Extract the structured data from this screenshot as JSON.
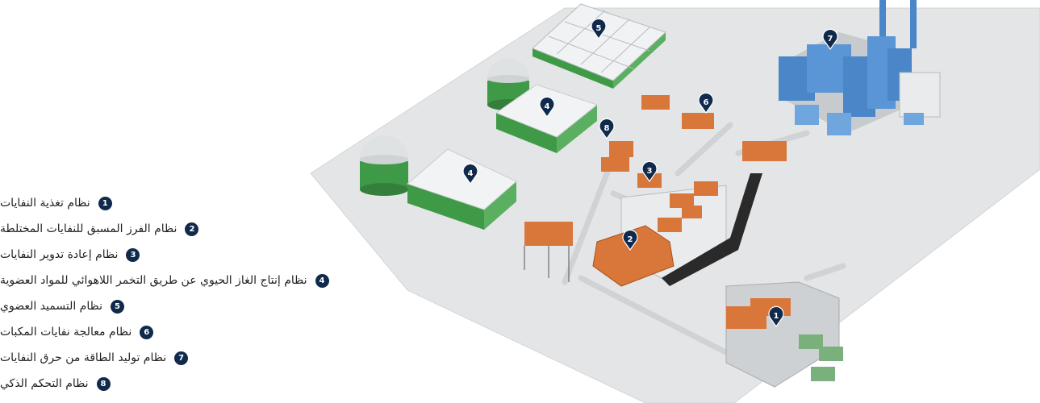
{
  "brand": {
    "pin_color": "#102a4c",
    "machine_orange": "#d9763a",
    "building_green": "#3f9a47",
    "power_blue": "#4a86c8"
  },
  "legend": [
    {
      "num": "1",
      "label": "نظام تغذية النفايات"
    },
    {
      "num": "2",
      "label": "نظام الفرز المسبق للنفايات المختلطة"
    },
    {
      "num": "3",
      "label": "نظام إعادة تدوير النفايات"
    },
    {
      "num": "4",
      "label": "نظام إنتاج الغاز الحيوي عن طريق التخمر اللاهوائي للمواد العضوية"
    },
    {
      "num": "5",
      "label": "نظام التسميد العضوي"
    },
    {
      "num": "6",
      "label": "نظام معالجة نفايات المكبات"
    },
    {
      "num": "7",
      "label": "نظام توليد الطاقة من حرق النفايات"
    },
    {
      "num": "8",
      "label": "نظام التحكم الذكي"
    }
  ],
  "map_pins": [
    {
      "num": "1",
      "system": "waste-feeding"
    },
    {
      "num": "2",
      "system": "pre-sorting"
    },
    {
      "num": "3",
      "system": "recycling"
    },
    {
      "num": "4",
      "system": "biogas-a"
    },
    {
      "num": "4",
      "system": "biogas-b"
    },
    {
      "num": "5",
      "system": "composting"
    },
    {
      "num": "6",
      "system": "landfill"
    },
    {
      "num": "7",
      "system": "power"
    },
    {
      "num": "8",
      "system": "control"
    }
  ]
}
